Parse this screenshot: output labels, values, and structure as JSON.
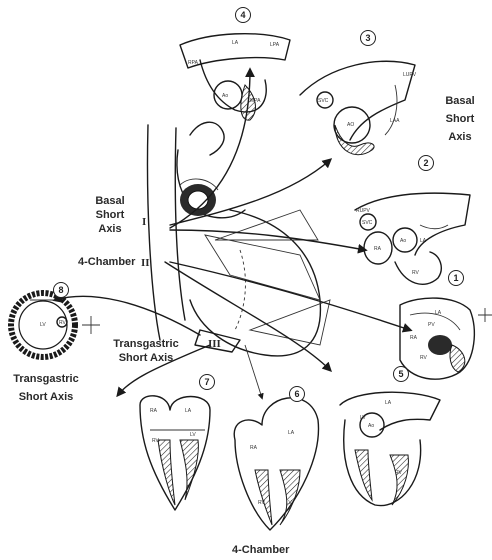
{
  "labels": {
    "basal_left": [
      "Basal",
      "Short",
      "Axis"
    ],
    "four_chamber_left": "4-Chamber",
    "transgastric_center": [
      "Transgastric",
      "Short Axis"
    ],
    "transgastric_left": [
      "Transgastric",
      "Short Axis"
    ],
    "basal_right": [
      "Basal",
      "Short",
      "Axis"
    ],
    "four_chamber_bottom": "4-Chamber",
    "plane_numerals": [
      "I",
      "II",
      "III"
    ]
  },
  "view_numbers": [
    "4",
    "3",
    "2",
    "1",
    "8",
    "7",
    "6",
    "5"
  ],
  "structures": {
    "v4": [
      "LA",
      "RPA",
      "LPA",
      "Ao",
      "MPA"
    ],
    "v3": [
      "SVC",
      "AO",
      "LAA",
      "LUPV"
    ],
    "v2": [
      "RUPV",
      "SVC",
      "RA",
      "Ao",
      "LA",
      "RV"
    ],
    "v1": [
      "LA",
      "RA",
      "RV",
      "PV"
    ],
    "v8": [
      "LV",
      "RV"
    ],
    "v7": [
      "RA",
      "LA",
      "RV",
      "LV"
    ],
    "v6": [
      "RA",
      "LA",
      "RV",
      "LV"
    ],
    "v5": [
      "LA",
      "LV",
      "RV",
      "Ao"
    ]
  },
  "colors": {
    "ink": "#1a1a1a",
    "label": "#2a2a2a",
    "background": "#ffffff"
  }
}
